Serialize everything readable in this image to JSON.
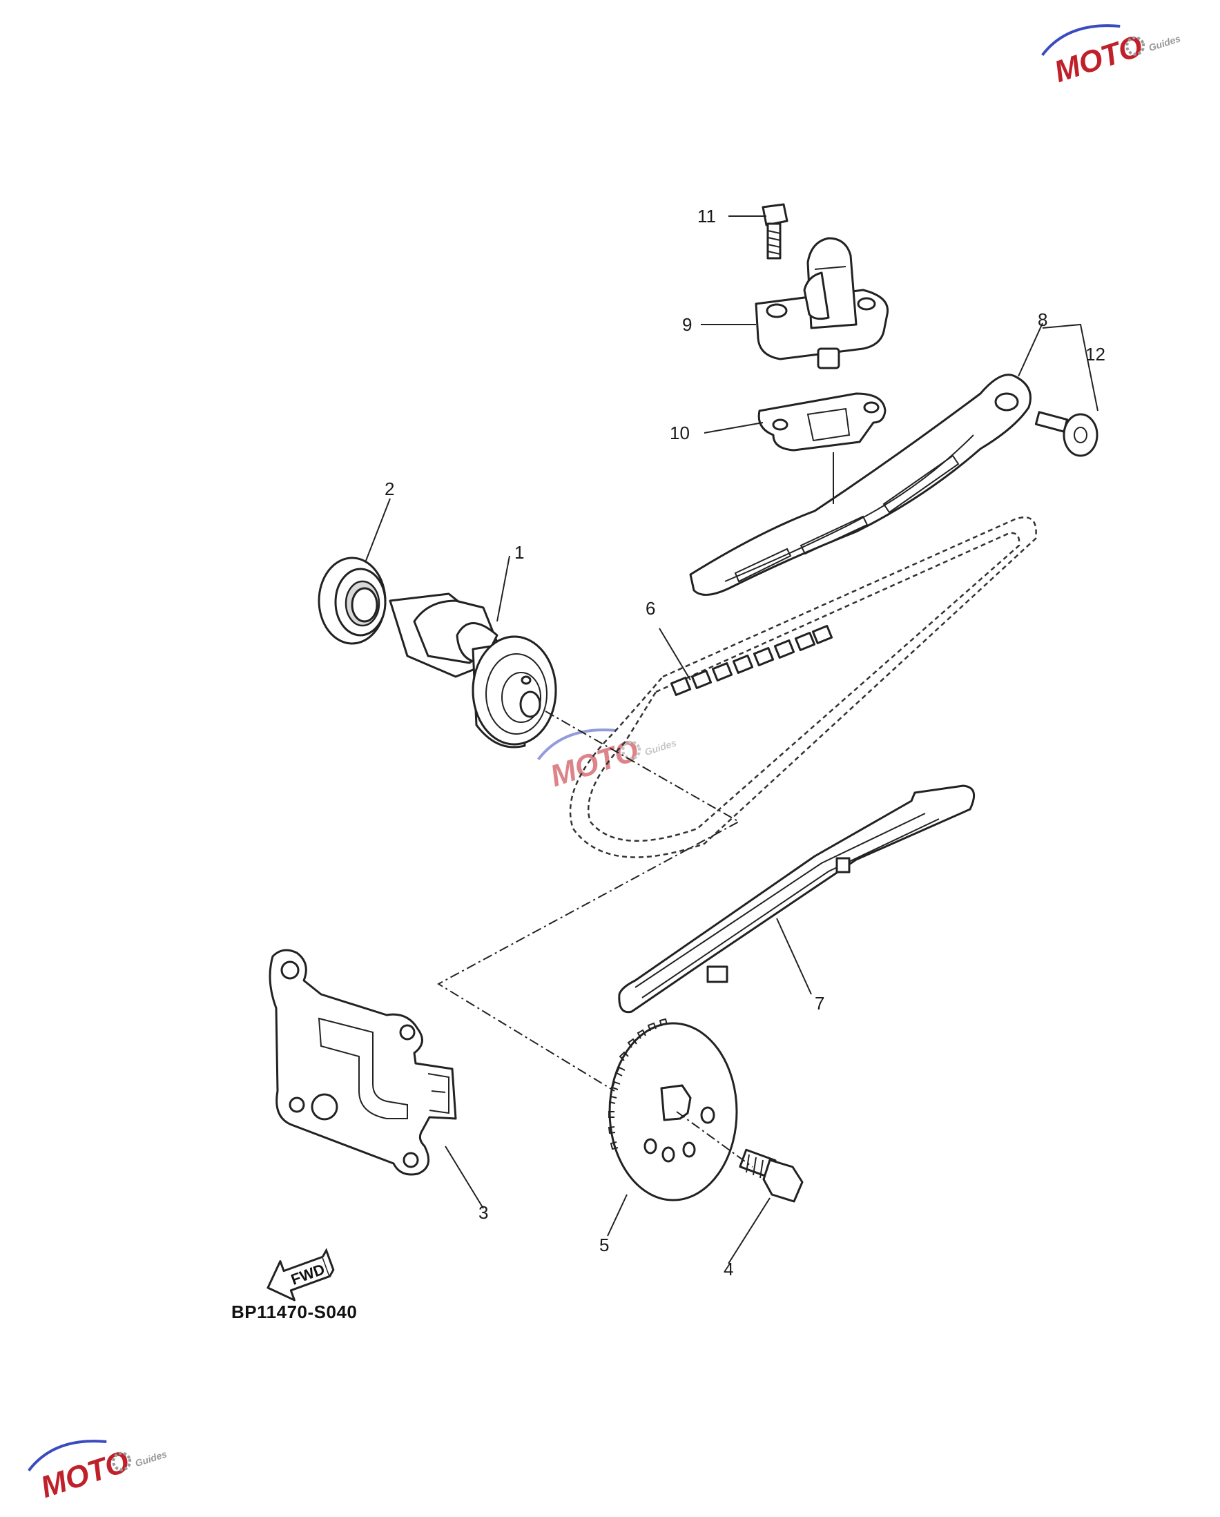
{
  "diagram": {
    "callouts": [
      "1",
      "2",
      "3",
      "4",
      "5",
      "6",
      "7",
      "8",
      "9",
      "10",
      "11",
      "12"
    ],
    "code": "BP11470-S040",
    "fwd_label": "FWD"
  },
  "watermark": {
    "text": "MOTO",
    "sub": "Guides",
    "colors": {
      "primary": "#c0202a",
      "accent": "#3a4bbf",
      "gear": "#999999"
    }
  }
}
